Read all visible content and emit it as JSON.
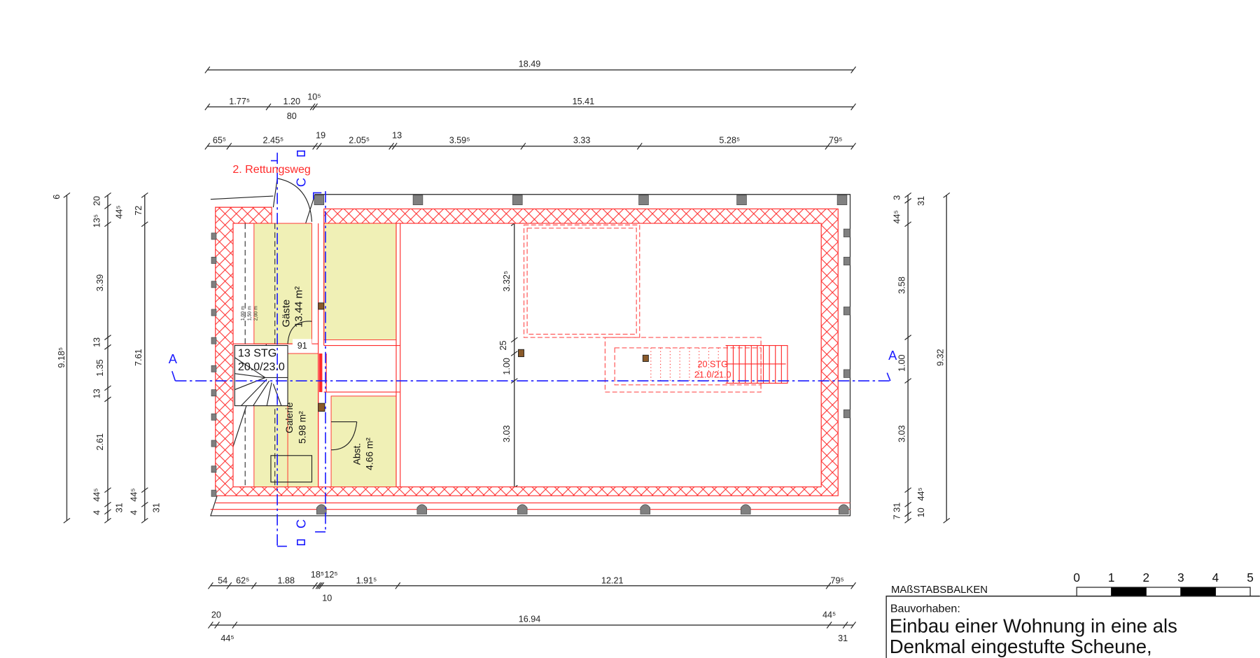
{
  "colors": {
    "wall_red": "#ff2a2a",
    "room_fill": "#f0f0b6",
    "section_blue": "#1a1aff",
    "post_gray": "#808080",
    "beam_brown": "#8a5a2a"
  },
  "dimensions": {
    "top": {
      "overall": "18.49",
      "row2": [
        "1.77⁵",
        "1.20",
        "80",
        "10⁵",
        "15.41"
      ],
      "row3": [
        "65⁵",
        "2.45⁵",
        "19",
        "2.05⁵",
        "13",
        "3.59⁵",
        "3.33",
        "5.28⁵",
        "79⁵"
      ]
    },
    "bottom": {
      "row1": [
        "54",
        "62⁵",
        "1.88",
        "18⁵",
        "12⁵",
        "10",
        "1.91⁵",
        "12.21",
        "79⁵"
      ],
      "row2": [
        "20",
        "44⁵",
        "16.94",
        "44⁵",
        "31"
      ]
    },
    "left": {
      "overall": [
        "6",
        "9.18⁵"
      ],
      "chain1": [
        "20",
        "13⁵",
        "44⁵",
        "3.39",
        "13",
        "1.35",
        "13",
        "2.61",
        "44⁵",
        "4",
        "31"
      ],
      "chain2": [
        "72",
        "7.61",
        "44⁵",
        "4",
        "31"
      ]
    },
    "right": {
      "chain1": [
        "3",
        "31",
        "44⁵",
        "3.58",
        "1.00",
        "3.03",
        "44⁵",
        "7 31",
        "10"
      ],
      "overall": "9.32"
    },
    "interior": [
      "3.32⁵",
      "25",
      "1.00",
      "3.03",
      "91"
    ]
  },
  "annotations": {
    "escape_route": "2. Rettungsweg",
    "section_a": "A",
    "section_c": "C",
    "stair_existing": [
      "13 STG",
      "20.0/23.0"
    ],
    "stair_new": [
      "20 STG",
      "21.0/21.0"
    ],
    "headroom": [
      "1,00 m",
      "1,50 m",
      "2,00 m"
    ]
  },
  "rooms": [
    {
      "name": "Gäste",
      "area": "13.44 m²"
    },
    {
      "name": "Galerie",
      "area": "5.98 m²"
    },
    {
      "name": "Abst.",
      "area": "4.66 m²"
    }
  ],
  "scale_bar": {
    "label": "MAßSTABSBALKEN",
    "ticks": [
      "0",
      "1",
      "2",
      "3",
      "4",
      "5"
    ]
  },
  "title_block": {
    "label": "Bauvorhaben:",
    "line1": "Einbau einer Wohnung in eine als",
    "line2": "Denkmal eingestufte Scheune,"
  }
}
